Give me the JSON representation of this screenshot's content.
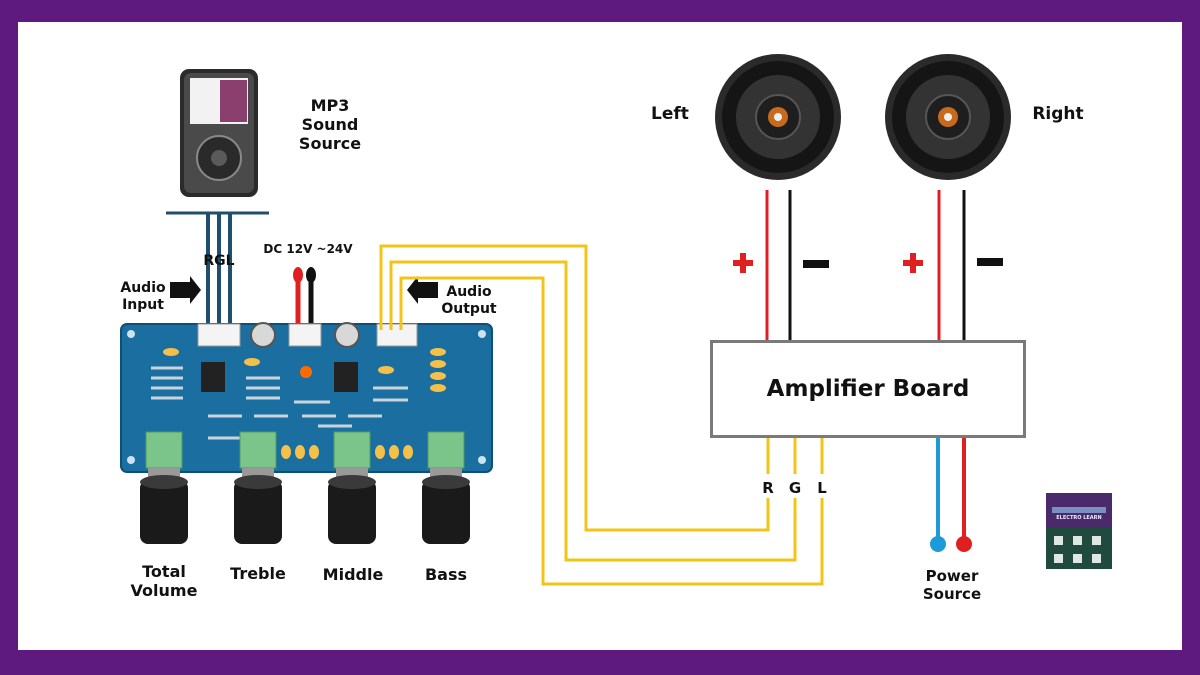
{
  "labels": {
    "mp3_source": "MP3\nSound Source",
    "left_speaker": "Left",
    "right_speaker": "Right",
    "rgl_input": "RGL",
    "dc_supply": "DC 12V ~24V",
    "audio_input": "Audio\nInput",
    "audio_output": "Audio\nOutput",
    "amplifier_board": "Amplifier Board",
    "out_r": "R",
    "out_g": "G",
    "out_l": "L",
    "total_volume": "Total\nVolume",
    "treble": "Treble",
    "middle": "Middle",
    "bass": "Bass",
    "power_source": "Power\nSource",
    "logo_text": "ELECTRO LEARN"
  },
  "colors": {
    "frame": "#5e1a7e",
    "wire_yellow": "#f2c418",
    "wire_red": "#e02020",
    "wire_black": "#111111",
    "wire_blue": "#1d9bd8",
    "pcb": "#1a6fa0",
    "plus_sign": "#e02020"
  }
}
